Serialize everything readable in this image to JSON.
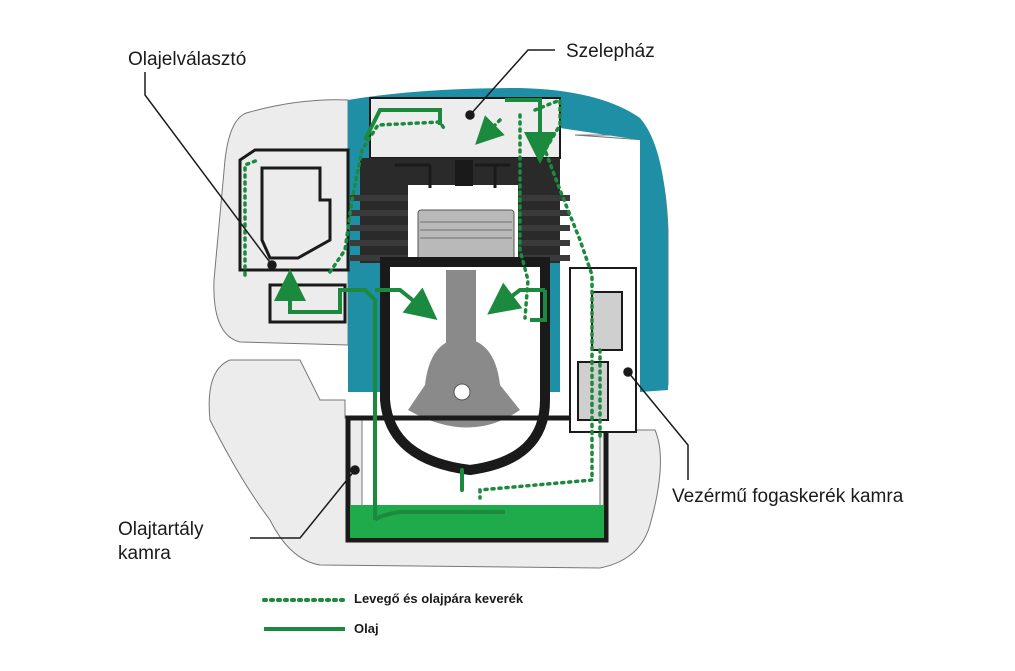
{
  "labels": {
    "oil_separator": "Olajelválasztó",
    "valve_housing": "Szelepház",
    "oil_tank_line1": "Olajtartály",
    "oil_tank_line2": "kamra",
    "timing_gear_chamber": "Vezérmű fogaskerék kamra"
  },
  "legend": {
    "dotted_label": "Levegő és olajpára keverék",
    "solid_label": "Olaj"
  },
  "colors": {
    "flow_green": "#1b8a3e",
    "oil_fill": "#1faa4b",
    "engine_teal": "#1f8fa6",
    "housing_gray": "#e8e8e8",
    "outline": "#1a1a1a",
    "metal_gray": "#9a9a9a"
  }
}
